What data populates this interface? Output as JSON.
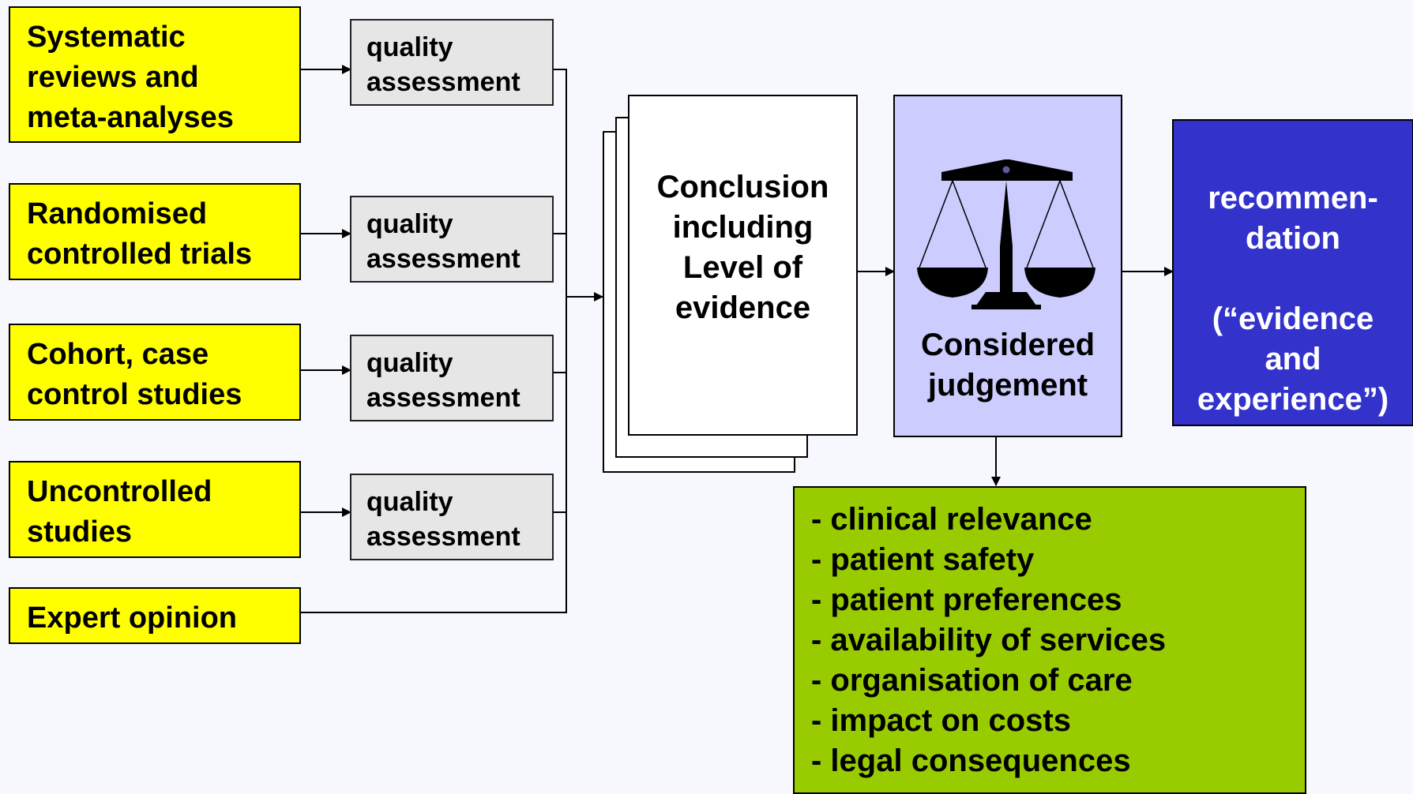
{
  "sources": [
    {
      "lines": [
        "Systematic",
        "reviews and",
        "meta-analyses"
      ]
    },
    {
      "lines": [
        "Randomised",
        "controlled trials"
      ]
    },
    {
      "lines": [
        "Cohort, case",
        "control studies"
      ]
    },
    {
      "lines": [
        "Uncontrolled",
        "studies"
      ]
    },
    {
      "lines": [
        "Expert opinion"
      ]
    }
  ],
  "quality_assessment": {
    "lines": [
      "quality",
      "assessment"
    ]
  },
  "conclusion": {
    "lines": [
      "Conclusion",
      "including",
      "Level of",
      "evidence"
    ]
  },
  "judgement": {
    "lines": [
      "Considered",
      "judgement"
    ],
    "icon": "scales-of-justice-icon"
  },
  "recommendation": {
    "lines": [
      "recommen-",
      "dation",
      "",
      "(“evidence",
      "and",
      "experience”)"
    ]
  },
  "factors": {
    "lines": [
      "- clinical relevance",
      "- patient safety",
      "- patient preferences",
      "- availability of services",
      "- organisation of care",
      "- impact on costs",
      "- legal consequences"
    ]
  },
  "colors": {
    "background": "#f7f7fe",
    "source_fill": "#ffff00",
    "quality_fill": "#e6e6e6",
    "judgement_fill": "#ccccff",
    "recommendation_fill": "#3333cc",
    "factors_fill": "#99cc00"
  }
}
